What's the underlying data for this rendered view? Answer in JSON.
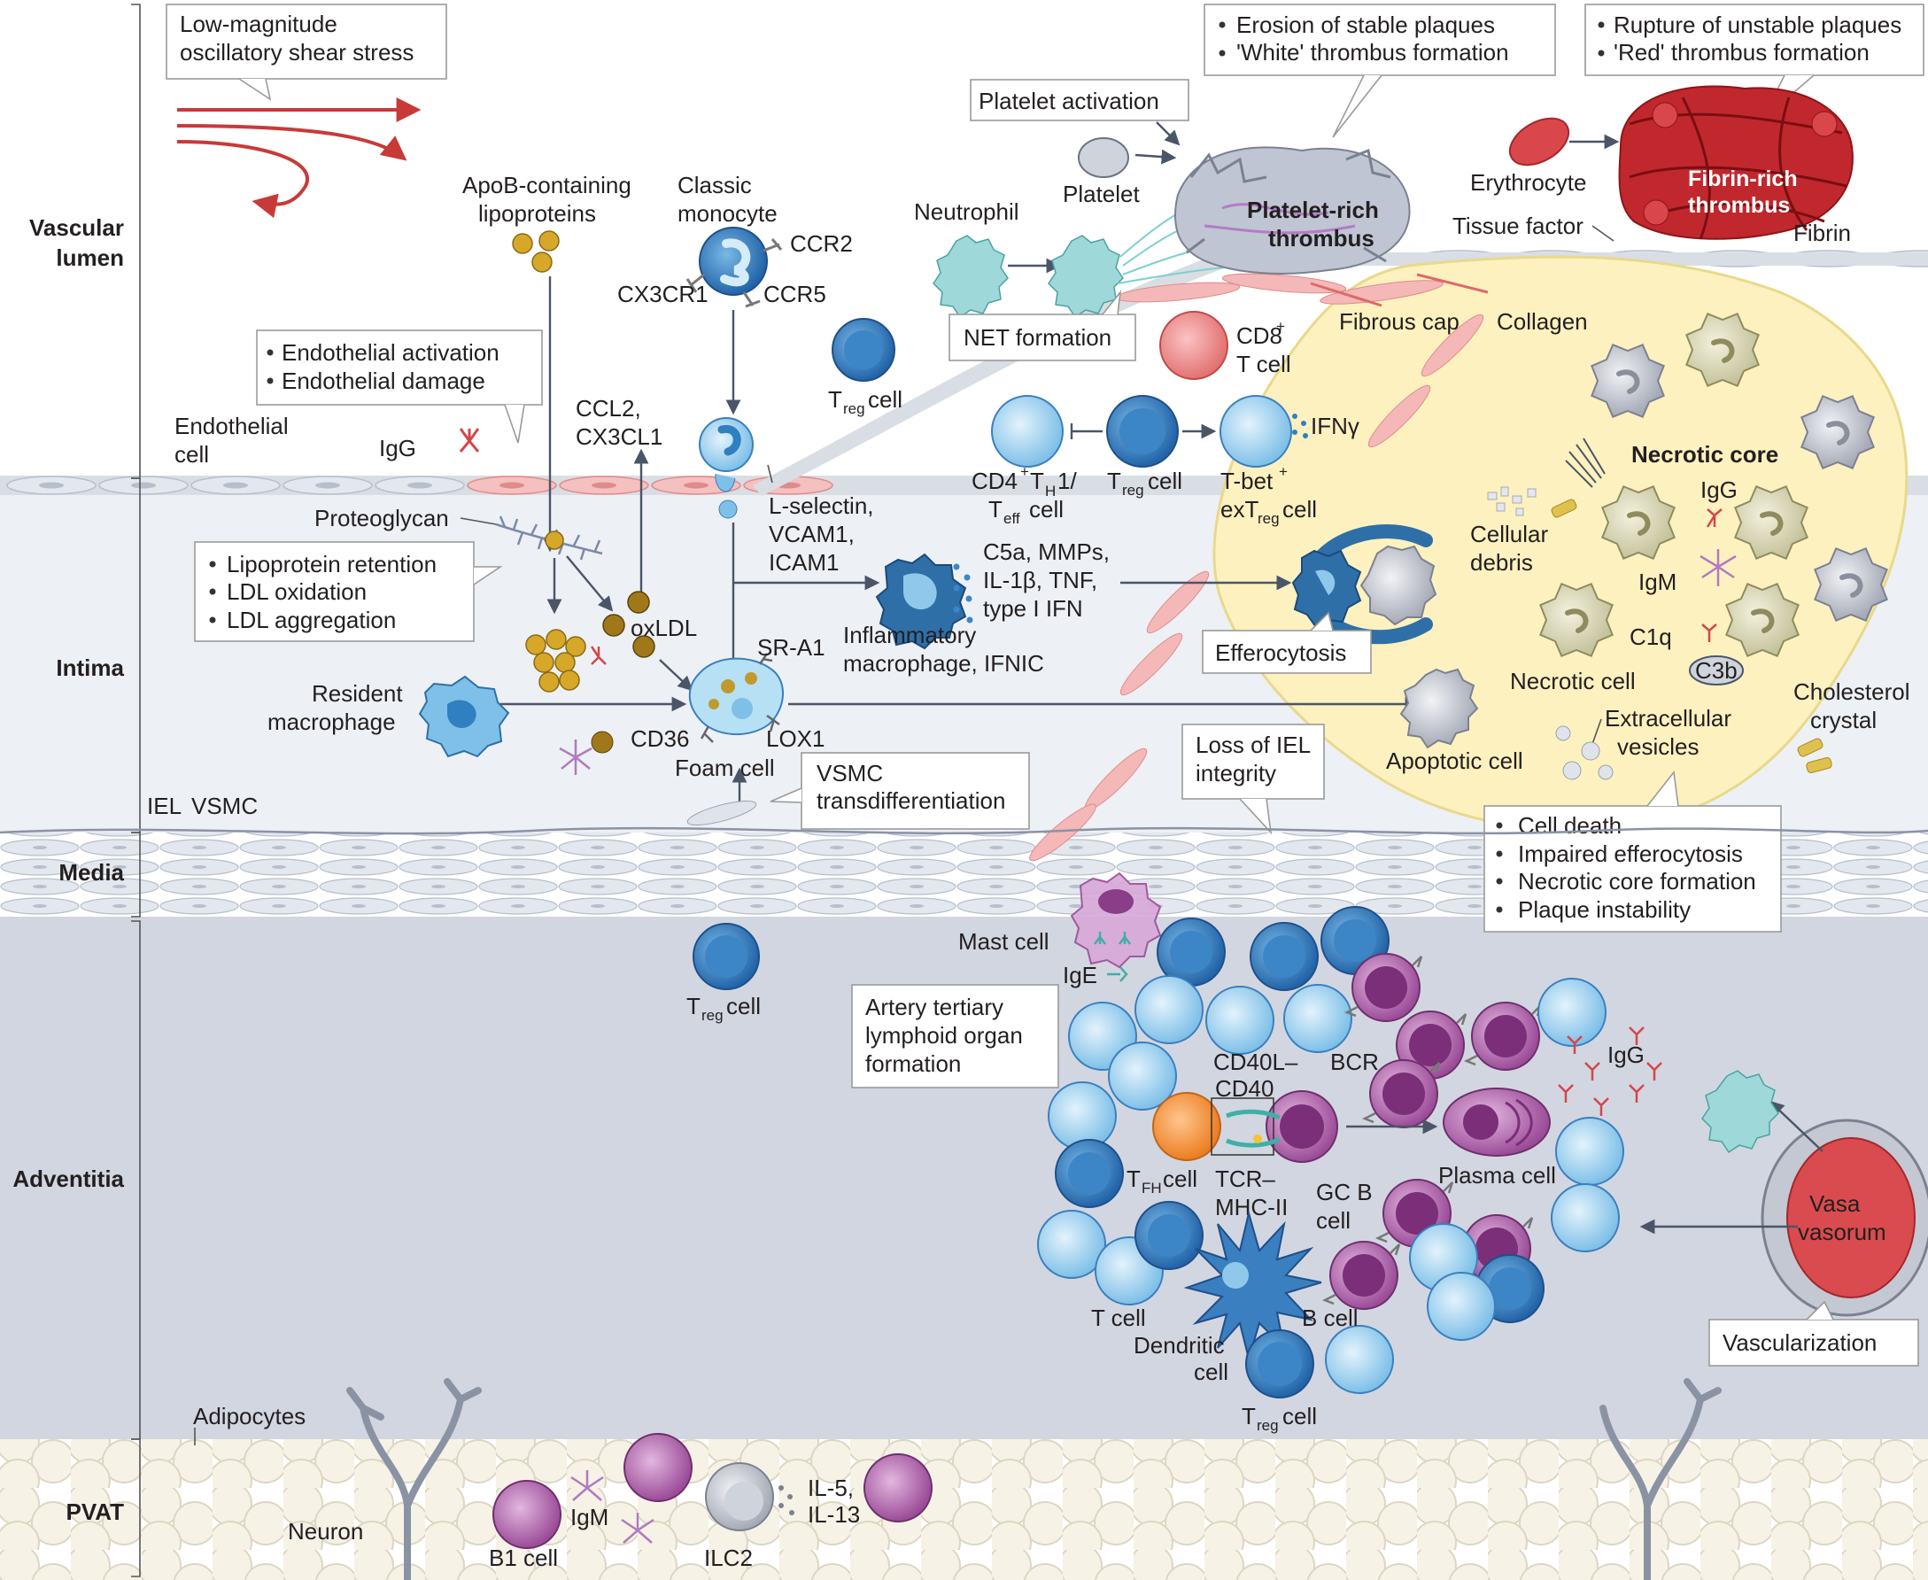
{
  "layers": {
    "vascular_lumen": [
      "Vascular",
      "lumen"
    ],
    "intima": "Intima",
    "media": "Media",
    "adventitia": "Adventitia",
    "pvat": "PVAT"
  },
  "callouts": {
    "shear_stress": [
      "Low-magnitude",
      "oscillatory shear stress"
    ],
    "endothelial": [
      "Endothelial activation",
      "Endothelial damage"
    ],
    "lipoprotein": [
      "Lipoprotein retention",
      "LDL oxidation",
      "LDL aggregation"
    ],
    "platelet_activation": "Platelet activation",
    "erosion": [
      "Erosion of stable plaques",
      "'White' thrombus formation"
    ],
    "rupture": [
      "Rupture of unstable plaques",
      "'Red' thrombus formation"
    ],
    "net_formation": "NET formation",
    "efferocytosis": "Efferocytosis",
    "loss_iel": [
      "Loss of IEL",
      "integrity"
    ],
    "vsmc_trans": [
      "VSMC",
      "transdifferentiation"
    ],
    "cell_death": [
      "Cell death",
      "Impaired efferocytosis",
      "Necrotic core formation",
      "Plaque instability"
    ],
    "tlo": [
      "Artery tertiary",
      "lymphoid organ",
      "formation"
    ],
    "vascularization": "Vascularization"
  },
  "labels": {
    "apob": [
      "ApoB-containing",
      "lipoproteins"
    ],
    "classic_monocyte": [
      "Classic",
      "monocyte"
    ],
    "ccr2": "CCR2",
    "cx3cr1": "CX3CR1",
    "ccr5": "CCR5",
    "endothelial_cell": [
      "Endothelial",
      "cell"
    ],
    "igg": "IgG",
    "ccl2": [
      "CCL2,",
      "CX3CL1"
    ],
    "treg_a": "T",
    "reg": "reg",
    "cell_word": "cell",
    "neutrophil": "Neutrophil",
    "platelet": "Platelet",
    "platelet_thrombus": [
      "Platelet-rich",
      "thrombus"
    ],
    "erythrocyte": "Erythrocyte",
    "fibrin_thrombus": [
      "Fibrin-rich",
      "thrombus"
    ],
    "tissue_factor": "Tissue factor",
    "fibrin": "Fibrin",
    "fibrous_cap": "Fibrous cap",
    "collagen": "Collagen",
    "cd8": "CD8",
    "cd8_sup": "+",
    "t_cell": "T cell",
    "cd4": "CD4",
    "cd4_sup": "+",
    "th": "T",
    "h_sub": "H",
    "th_one": "1/",
    "teff_t": "T",
    "eff_sub": "eff",
    "tbet": "T-bet",
    "tbet_sup": "+",
    "extreg": "exT",
    "ifng": "IFNγ",
    "proteoglycan": "Proteoglycan",
    "lselectin": [
      "L-selectin,",
      "VCAM1,",
      "ICAM1"
    ],
    "cytokines": [
      "C5a, MMPs,",
      "IL-1β, TNF,",
      "type I IFN"
    ],
    "inflammatory_mac": [
      "Inflammatory",
      "macrophage, IFNIC"
    ],
    "oxldl": "oxLDL",
    "sra1": "SR-A1",
    "cd36": "CD36",
    "lox1": "LOX1",
    "foam_cell": "Foam cell",
    "resident_mac": [
      "Resident",
      "macrophage"
    ],
    "necrotic_core": "Necrotic core",
    "cellular_debris": [
      "Cellular",
      "debris"
    ],
    "igm": "IgM",
    "c1q": "C1q",
    "c3b": "C3b",
    "necrotic_cell": "Necrotic cell",
    "cholesterol": [
      "Cholesterol",
      "crystal"
    ],
    "ev": [
      "Extracellular",
      "vesicles"
    ],
    "apoptotic": "Apoptotic cell",
    "iel": "IEL",
    "vsmc": "VSMC",
    "mast_cell": "Mast cell",
    "ige": "IgE",
    "cd40l": [
      "CD40L–",
      "CD40"
    ],
    "bcr": "BCR",
    "tfh_t": "T",
    "fh_sub": "FH",
    "tcr": [
      "TCR–",
      "MHC-II"
    ],
    "gcb": [
      "GC B",
      "cell"
    ],
    "plasma": "Plasma cell",
    "tcell": "T cell",
    "dendritic": [
      "Dendritic",
      "cell"
    ],
    "bcell": "B cell",
    "vasa": [
      "Vasa",
      "vasorum"
    ],
    "adipocytes": "Adipocytes",
    "neuron": "Neuron",
    "b1": "B1 cell",
    "ilc2": "ILC2",
    "il5": [
      "IL-5,",
      "IL-13"
    ]
  },
  "colors": {
    "lumen": "#ffffff",
    "intima": "#edf0f4",
    "media": "#dde2ea",
    "adventitia": "#d2d6e0",
    "pvat": "#f1ece0",
    "thrombus_red": "#c0282e",
    "necrotic_yellow": "#fdf1bf",
    "t_light": "#9fd4f0",
    "t_dark": "#2f7fc1",
    "b_purple": "#a4559f",
    "tfh_orange": "#f38b2e",
    "neutrophil": "#9fd8d8"
  }
}
